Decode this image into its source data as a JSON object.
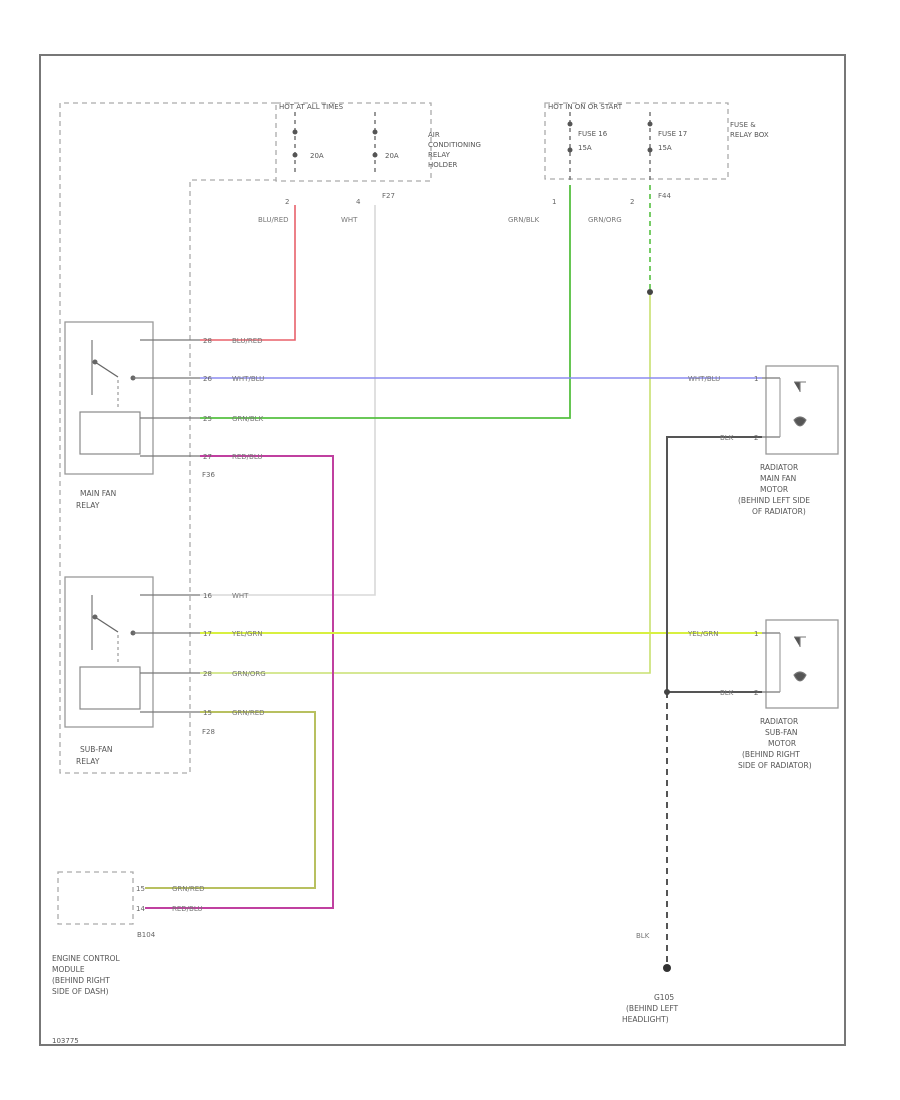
{
  "components": {
    "ac_relay_holder": {
      "label_top": "HOT AT ALL TIMES",
      "label_lines": [
        "AIR",
        "CONDITIONING",
        "RELAY",
        "HOLDER"
      ],
      "fuse1": "20A",
      "fuse2": "20A",
      "conn": "F27",
      "pin1": "2",
      "pin2": "4"
    },
    "fuse_relay_box": {
      "label_top": "HOT IN ON OR START",
      "label_lines": [
        "FUSE &",
        "RELAY BOX"
      ],
      "fuse1_name": "FUSE 16",
      "fuse1_amp": "15A",
      "fuse2_name": "FUSE 17",
      "fuse2_amp": "15A",
      "conn": "F44",
      "pin1": "1",
      "pin2": "2"
    },
    "main_fan_relay": {
      "label_lines": [
        "MAIN FAN",
        "RELAY"
      ],
      "conn": "F36"
    },
    "sub_fan_relay": {
      "label_lines": [
        "SUB-FAN",
        "RELAY"
      ],
      "conn": "F28"
    },
    "main_fan_motor": {
      "label_lines": [
        "RADIATOR",
        "MAIN FAN",
        "MOTOR",
        "(BEHIND LEFT SIDE",
        "OF RADIATOR)"
      ]
    },
    "sub_fan_motor": {
      "label_lines": [
        "RADIATOR",
        "SUB-FAN",
        "MOTOR",
        "(BEHIND RIGHT",
        "SIDE OF RADIATOR)"
      ]
    },
    "ecm": {
      "label_lines": [
        "ENGINE CONTROL",
        "MODULE",
        "(BEHIND RIGHT",
        "SIDE OF DASH)"
      ],
      "conn": "B104"
    },
    "ground": {
      "label_lines": [
        "G105",
        "(BEHIND LEFT",
        "HEADLIGHT)"
      ],
      "wire": "BLK"
    }
  },
  "wires": {
    "blu_red_top": "BLU/RED",
    "wht_top": "WHT",
    "grn_blk_top": "GRN/BLK",
    "grn_org_top": "GRN/ORG",
    "m_blu_red": "BLU/RED",
    "m_wht_blu": "WHT/BLU",
    "m_grn_blk": "GRN/BLK",
    "m_red_blu": "RED/BLU",
    "motor1_wht_blu": "WHT/BLU",
    "motor1_blk": "BLK",
    "s_wht": "WHT",
    "s_yel_grn": "YEL/GRN",
    "s_grn_org": "GRN/ORG",
    "s_grn_red": "GRN/RED",
    "motor2_yel_grn": "YEL/GRN",
    "motor2_blk": "BLK",
    "ecm_grn_red": "GRN/RED",
    "ecm_red_blu": "RED/BLU"
  },
  "pins": {
    "m1": "28",
    "m2": "26",
    "m3": "25",
    "m4": "27",
    "s1": "16",
    "s2": "17",
    "s3": "28",
    "s4": "15",
    "ecm1": "15",
    "ecm2": "14",
    "motor1_a": "1",
    "motor1_b": "2",
    "motor2_a": "1",
    "motor2_b": "2"
  },
  "footer": {
    "code": "103775"
  },
  "colors": {
    "blu_red": "#e8606a",
    "wht": "#d8d8d8",
    "grn_blk": "#55c040",
    "grn_org": "#c8e070",
    "wht_blu": "#8c8cf0",
    "red_blu": "#c040a0",
    "yel_grn": "#d8f040",
    "grn_red": "#b8c060",
    "blk": "#555555"
  }
}
